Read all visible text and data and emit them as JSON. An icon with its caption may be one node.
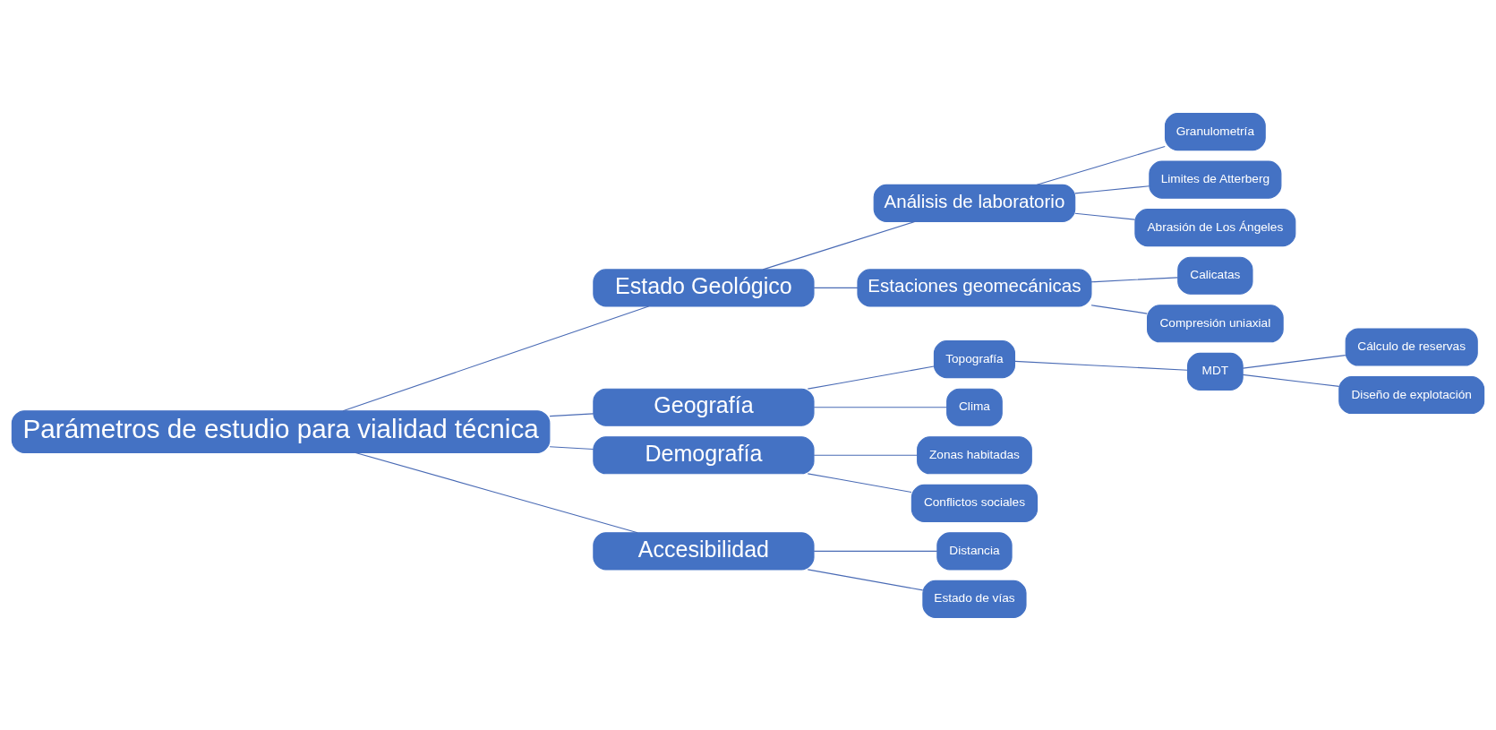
{
  "diagram": {
    "nodes": [
      {
        "text": [
          "Parámetros de estudio para vialidad técnica"
        ]
      },
      {
        "text": [
          "Estado Geológico"
        ]
      },
      {
        "text": [
          "Análisis de laboratorio"
        ]
      },
      {
        "text": [
          "Granulometría"
        ]
      },
      {
        "text": [
          "Limites de Atterberg"
        ]
      },
      {
        "text": [
          "Abrasión de Los Ángeles"
        ]
      },
      {
        "text": [
          "Estaciones geomecánicas"
        ]
      },
      {
        "text": [
          "Calicatas"
        ]
      },
      {
        "text": [
          "Compresión uniaxial"
        ]
      },
      {
        "text": [
          "Geografía"
        ]
      },
      {
        "text": [
          "Topografía"
        ]
      },
      {
        "text": [
          "MDT"
        ]
      },
      {
        "text": [
          "Cálculo de reservas"
        ]
      },
      {
        "text": [
          "Diseño de explotación"
        ]
      },
      {
        "text": [
          "Clima"
        ]
      },
      {
        "text": [
          "Demografía"
        ]
      },
      {
        "text": [
          "Zonas habitadas"
        ]
      },
      {
        "text": [
          "Conflictos sociales"
        ]
      },
      {
        "text": [
          "Accesibilidad"
        ]
      },
      {
        "text": [
          "Distancia"
        ]
      },
      {
        "text": [
          "Estado de vías"
        ]
      }
    ],
    "edges": [
      {
        "from": 0,
        "to": 1,
        "arrow": "none"
      },
      {
        "from": 0,
        "to": 9,
        "arrow": "none"
      },
      {
        "from": 0,
        "to": 15,
        "arrow": "none"
      },
      {
        "from": 0,
        "to": 18,
        "arrow": "none"
      },
      {
        "from": 1,
        "to": 2,
        "arrow": "none"
      },
      {
        "from": 1,
        "to": 6,
        "arrow": "none"
      },
      {
        "from": 2,
        "to": 3,
        "arrow": "none"
      },
      {
        "from": 2,
        "to": 4,
        "arrow": "none"
      },
      {
        "from": 2,
        "to": 5,
        "arrow": "none"
      },
      {
        "from": 6,
        "to": 7,
        "arrow": "none"
      },
      {
        "from": 6,
        "to": 8,
        "arrow": "none"
      },
      {
        "from": 9,
        "to": 10,
        "arrow": "none"
      },
      {
        "from": 9,
        "to": 14,
        "arrow": "none"
      },
      {
        "from": 10,
        "to": 11,
        "arrow": "none"
      },
      {
        "from": 11,
        "to": 12,
        "arrow": "none"
      },
      {
        "from": 11,
        "to": 13,
        "arrow": "none"
      },
      {
        "from": 15,
        "to": 16,
        "arrow": "none"
      },
      {
        "from": 15,
        "to": 17,
        "arrow": "none"
      },
      {
        "from": 18,
        "to": 19,
        "arrow": "none"
      },
      {
        "from": 18,
        "to": 20,
        "arrow": "none"
      }
    ]
  }
}
